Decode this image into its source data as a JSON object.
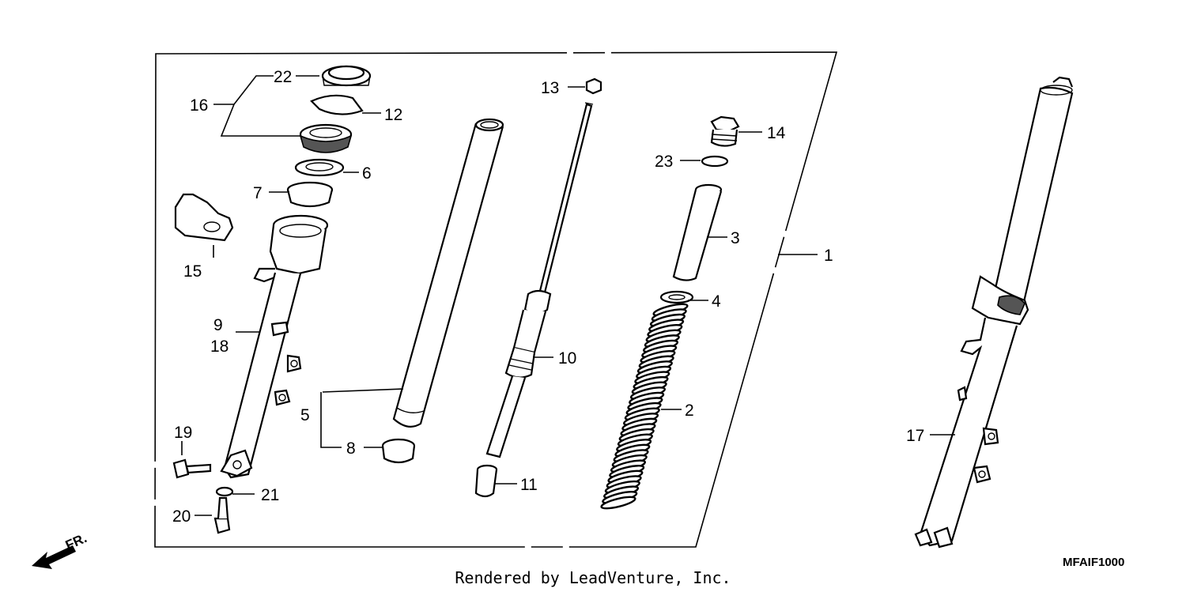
{
  "diagram": {
    "callouts": [
      "1",
      "2",
      "3",
      "4",
      "5",
      "6",
      "7",
      "8",
      "9",
      "10",
      "11",
      "12",
      "13",
      "14",
      "15",
      "16",
      "17",
      "18",
      "19",
      "20",
      "21",
      "22",
      "23"
    ],
    "direction_label": "FR.",
    "diagram_code": "MFAIF1000",
    "footer_text": "Rendered by LeadVenture, Inc."
  }
}
